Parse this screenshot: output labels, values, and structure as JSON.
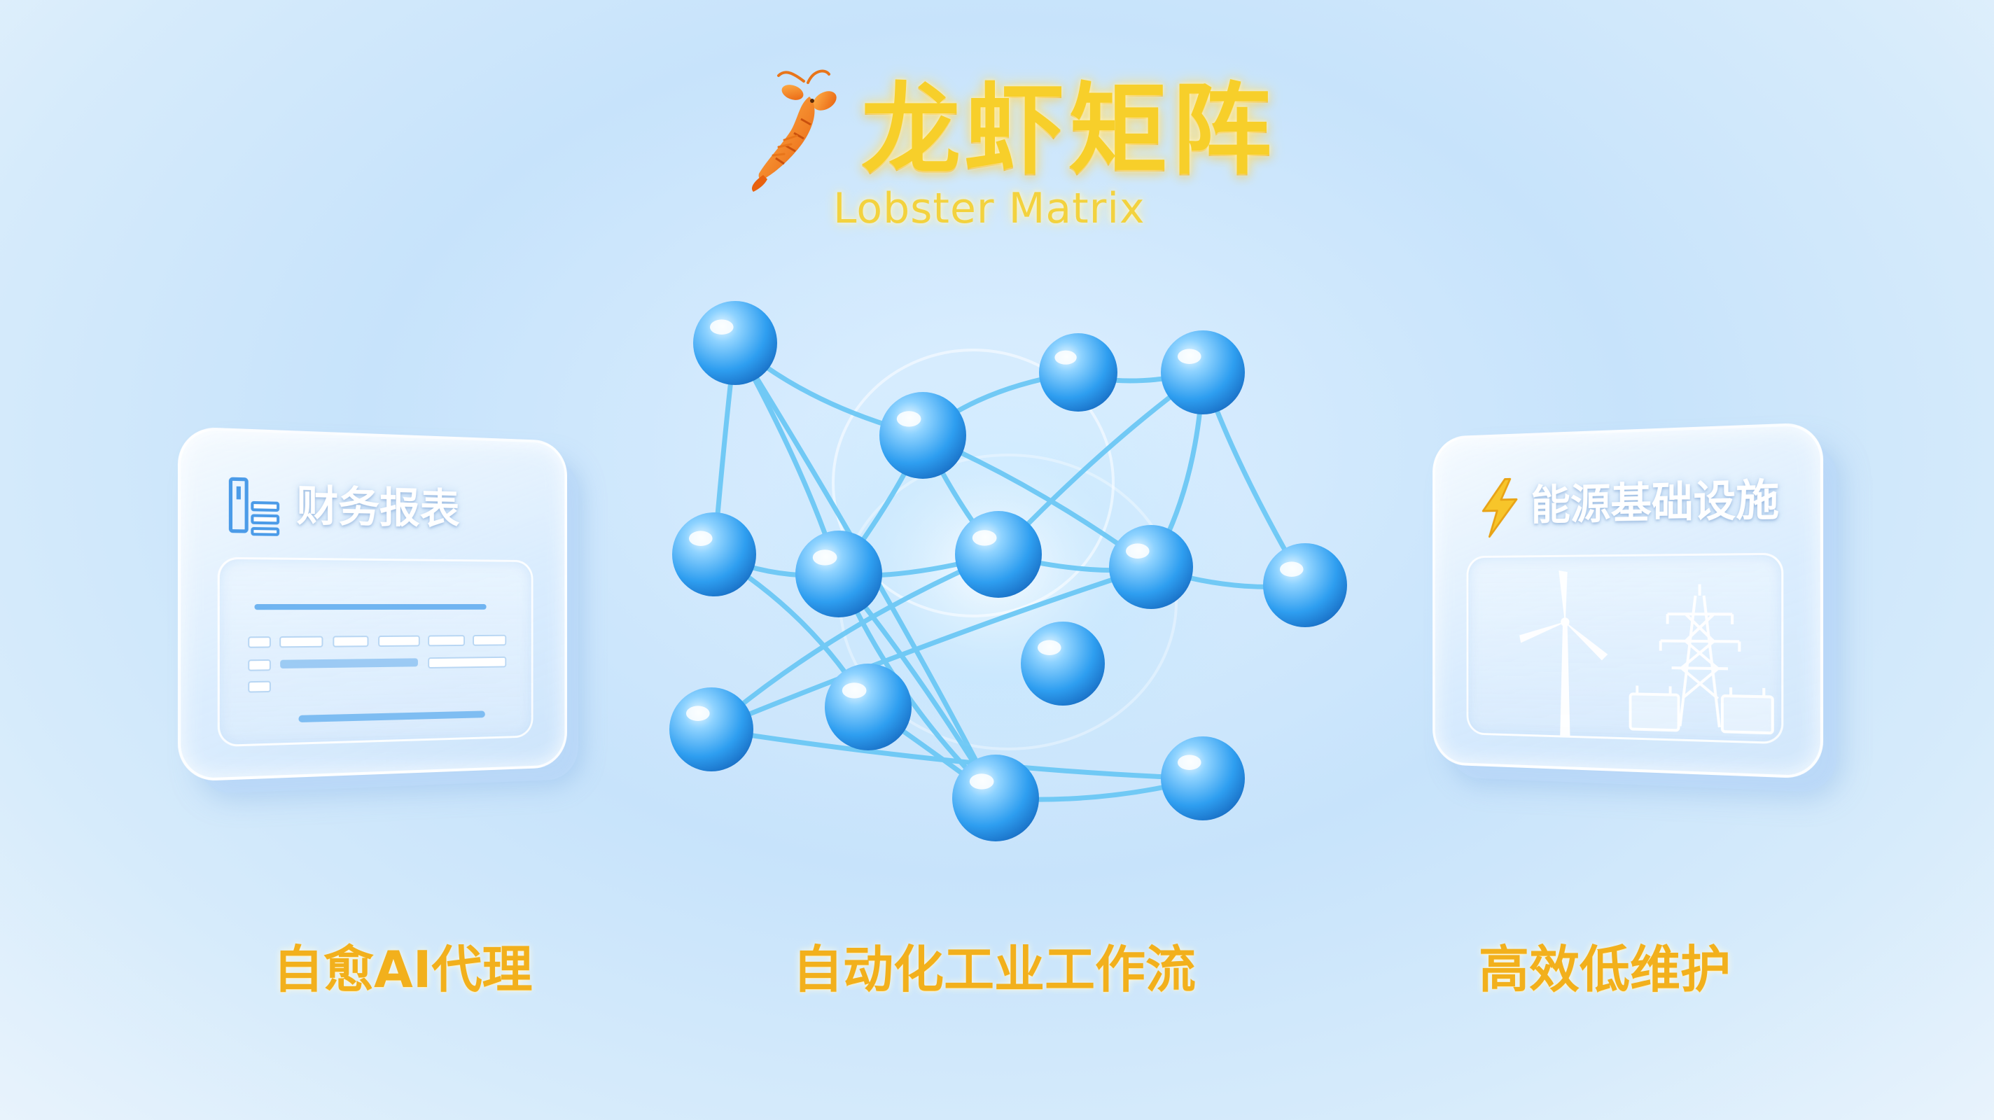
{
  "brand": {
    "title_cn": "龙虾矩阵",
    "title_en": "Lobster Matrix",
    "logo_icon": "lobster-icon",
    "title_color": "#f7cf2a"
  },
  "cards": {
    "left": {
      "title": "财务报表",
      "icon": "financial-report-icon"
    },
    "right": {
      "title": "能源基础设施",
      "icon": "lightning-bolt-icon"
    }
  },
  "captions": {
    "left": "自愈AI代理",
    "center": "自动化工业工作流",
    "right": "高效低维护"
  },
  "colors": {
    "node": "#3aa6f2",
    "link": "#6cc6f4",
    "caption": "#f2b01c",
    "background": "#c7e3fb"
  }
}
